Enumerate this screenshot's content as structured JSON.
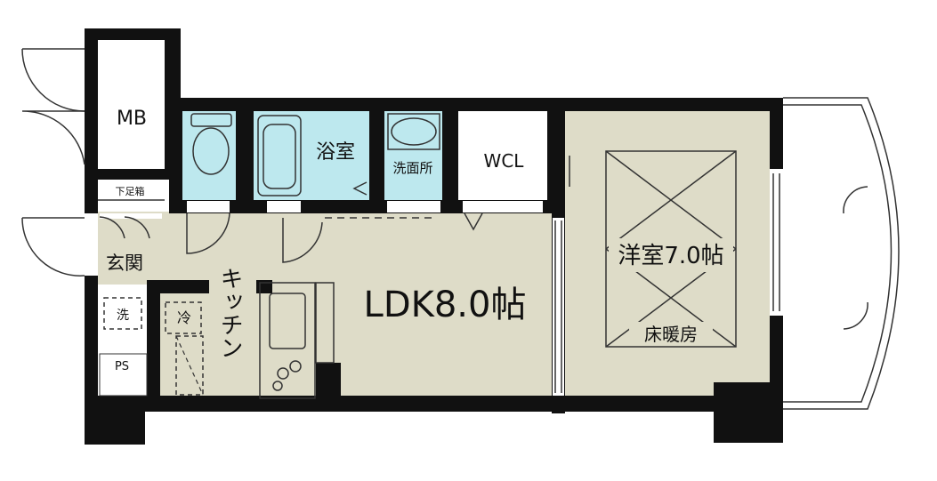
{
  "floor_plan": {
    "labels": {
      "mb": "MB",
      "bath": "浴室",
      "washroom": "洗面所",
      "wcl": "WCL",
      "shoe_box": "下足箱",
      "entrance": "玄関",
      "wash_machine": "洗",
      "fridge": "冷",
      "ps": "PS",
      "kitchen": "キッチン",
      "ldk": "LDK8.0帖",
      "western_room": "洋室7.0帖",
      "floor_heating": "床暖房"
    },
    "colors": {
      "room_fill": "#dedcc8",
      "wet_area_fill": "#bde8ee",
      "wall": "#111111"
    }
  }
}
